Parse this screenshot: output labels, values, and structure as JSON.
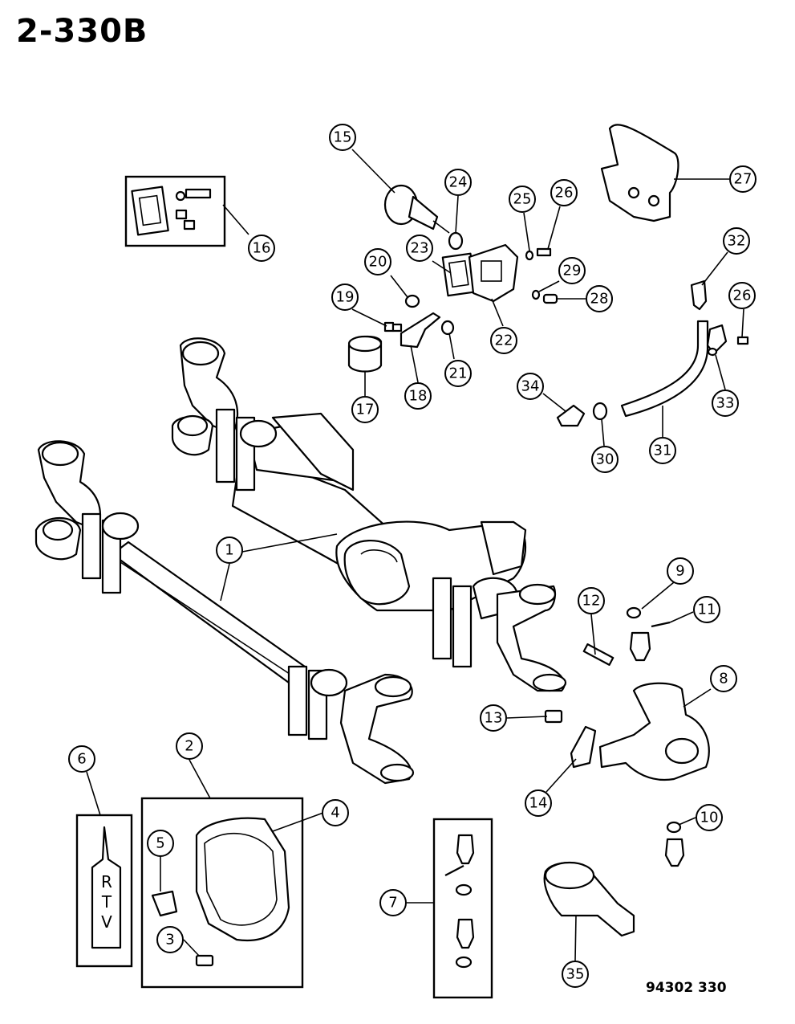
{
  "header": {
    "title": "2-330B"
  },
  "footer": {
    "reference": "94302 330"
  },
  "tube_label": [
    "R",
    "T",
    "V"
  ],
  "callouts": [
    "1",
    "2",
    "3",
    "4",
    "5",
    "6",
    "7",
    "8",
    "9",
    "10",
    "11",
    "12",
    "13",
    "14",
    "15",
    "16",
    "17",
    "18",
    "19",
    "20",
    "21",
    "22",
    "23",
    "24",
    "25",
    "26",
    "26",
    "27",
    "28",
    "29",
    "30",
    "31",
    "32",
    "33",
    "34",
    "35"
  ]
}
